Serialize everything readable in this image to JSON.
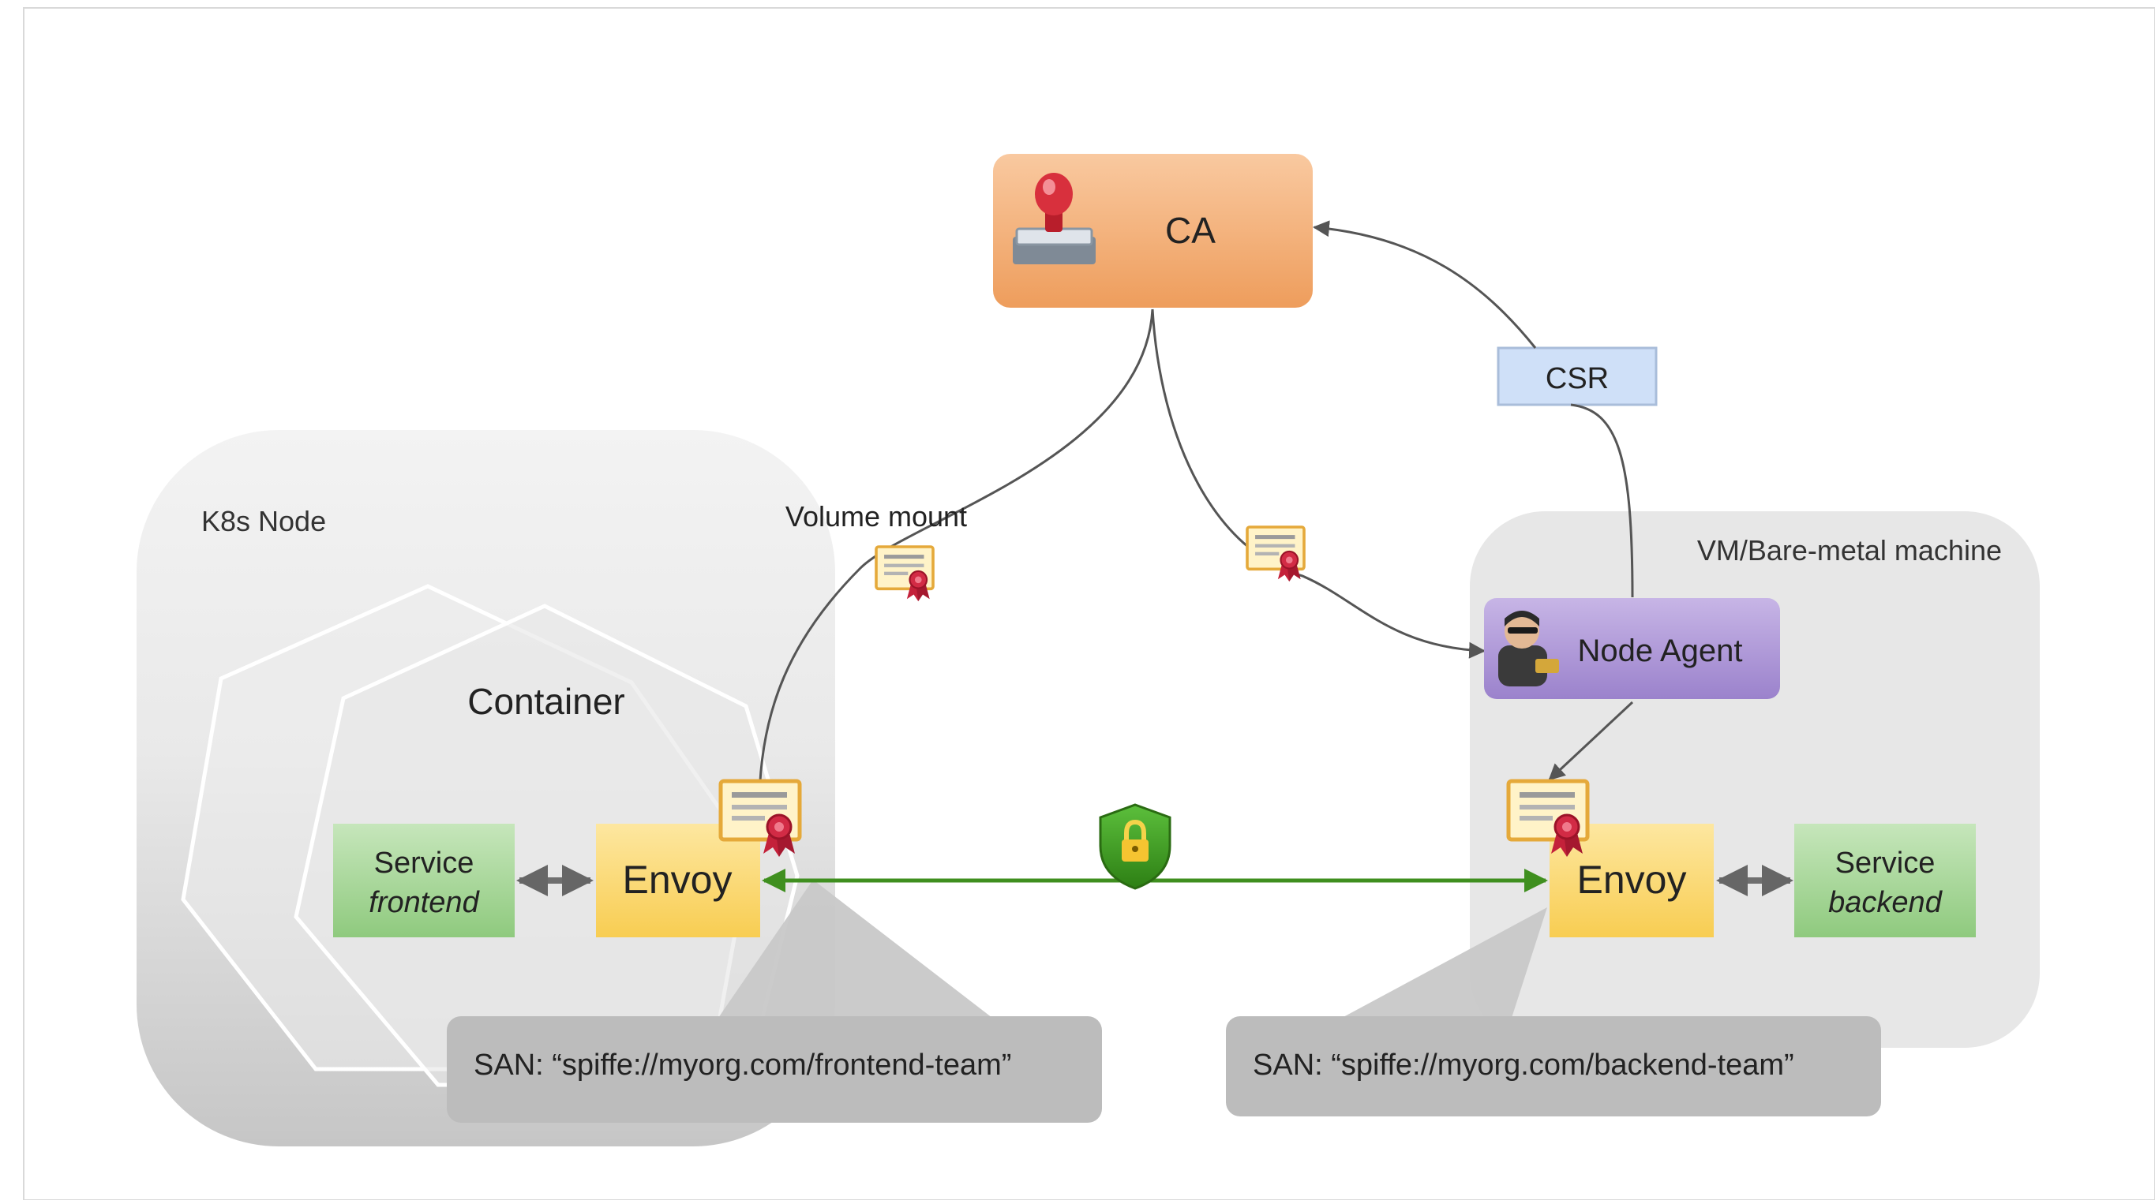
{
  "ca": {
    "label": "CA",
    "icon": "stamp-icon"
  },
  "csr": {
    "label": "CSR"
  },
  "k8s_node": {
    "label": "K8s Node"
  },
  "vm_machine": {
    "label": "VM/Bare-metal machine"
  },
  "container": {
    "label": "Container"
  },
  "volume_mount": {
    "label": "Volume mount"
  },
  "node_agent": {
    "label": "Node Agent",
    "icon": "agent-icon"
  },
  "left": {
    "service_label": "Service",
    "service_name": "frontend",
    "envoy_label": "Envoy",
    "san": "SAN: “spiffe://myorg.com/frontend-team”"
  },
  "right": {
    "service_label": "Service",
    "service_name": "backend",
    "envoy_label": "Envoy",
    "san": "SAN: “spiffe://myorg.com/backend-team”"
  },
  "lock": {
    "icon": "lock-shield-icon"
  },
  "colors": {
    "ca_top": "#f9c9a0",
    "ca_bottom": "#ee9d5c",
    "csr_fill": "#cfe0f8",
    "agent_top": "#c7b5e6",
    "agent_bottom": "#9b82cc",
    "service_fill": "#9fd28f",
    "envoy_fill": "#fbd768",
    "mtls_green": "#3f8f1f",
    "panel_grey": "#e6e6e6",
    "san_grey": "#bdbdbd"
  }
}
